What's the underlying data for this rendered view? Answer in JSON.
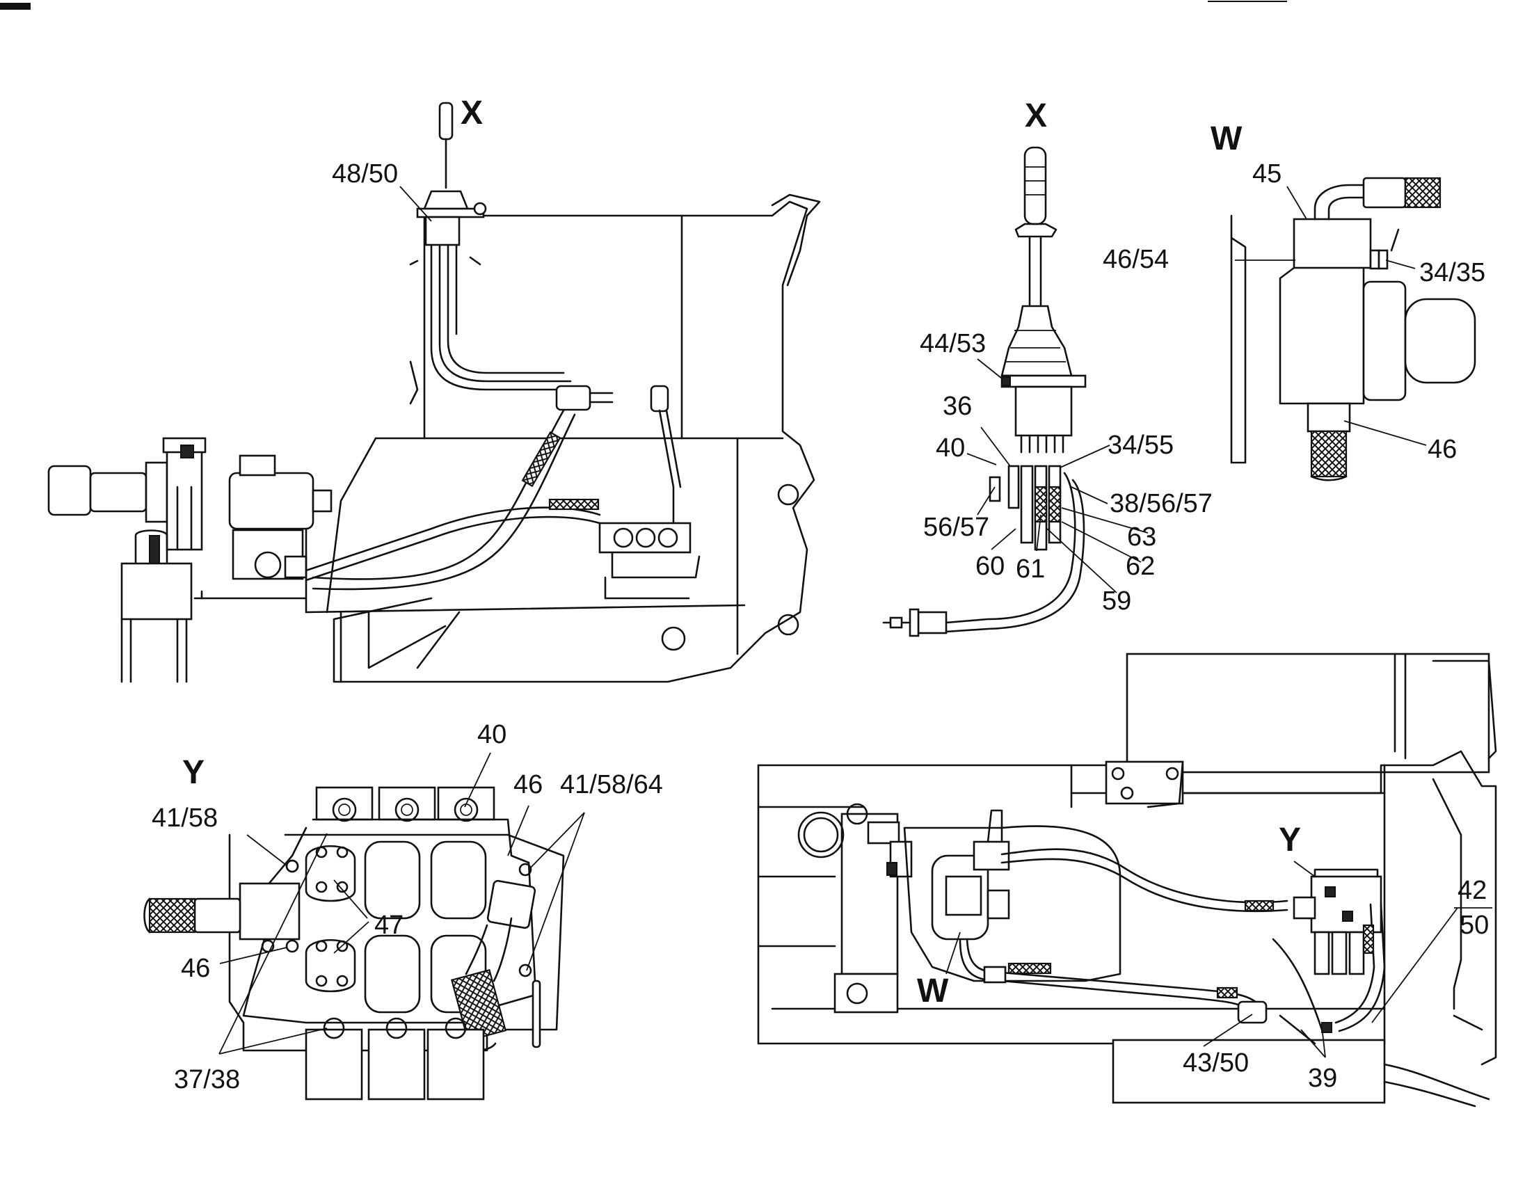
{
  "views": {
    "x1": "X",
    "x2": "X",
    "w_top": "W",
    "y_left": "Y",
    "y_bottom": "Y",
    "w_bottom": "W"
  },
  "callouts": {
    "c48_50": "48/50",
    "c44_53": "44/53",
    "c36": "36",
    "c40_top": "40",
    "c34_55": "34/55",
    "c38_56_57": "38/56/57",
    "c56_57": "56/57",
    "c63": "63",
    "c62": "62",
    "c60": "60",
    "c61": "61",
    "c59": "59",
    "c45": "45",
    "c46_54": "46/54",
    "c34_35": "34/35",
    "c46_top": "46",
    "c40_y": "40",
    "c46_y_top": "46",
    "c41_58_64": "41/58/64",
    "c41_58": "41/58",
    "c47": "47",
    "c46_y_left": "46",
    "c37_38": "37/38",
    "c42": "42",
    "c50": "50",
    "c43_50": "43/50",
    "c39": "39"
  }
}
